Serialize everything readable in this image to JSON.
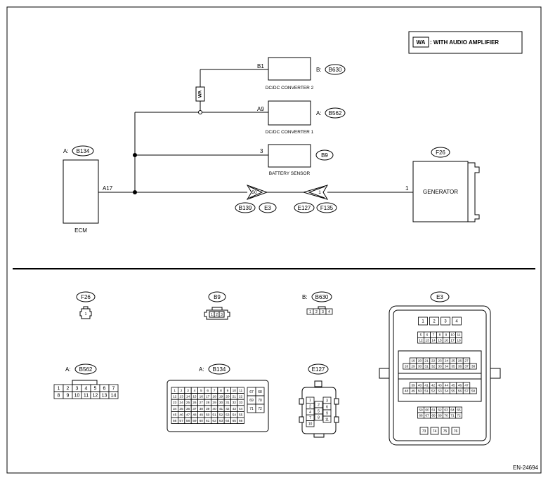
{
  "legend": {
    "code": "WA",
    "text": ": WITH AUDIO AMPLIFIER"
  },
  "wa_tag": "WA",
  "doc_id": "EN-24694",
  "components": {
    "ecm": {
      "label": "ECM",
      "connector_prefix": "A:",
      "connector": "B134",
      "pin": "A17"
    },
    "dcdc2": {
      "label": "DC/DC CONVERTER 2",
      "connector_prefix": "B:",
      "connector": "B630",
      "pin": "B1"
    },
    "dcdc1": {
      "label": "DC/DC CONVERTER 1",
      "connector_prefix": "A:",
      "connector": "B562",
      "pin": "A9"
    },
    "battery_sensor": {
      "label": "BATTERY SENSOR",
      "connector": "B9",
      "pin": "3"
    },
    "generator": {
      "label": "GENERATOR",
      "connector": "F26",
      "pin": "1"
    }
  },
  "joints": {
    "left": {
      "pin": "50",
      "connectors": [
        "B139",
        "E3"
      ]
    },
    "right": {
      "pin": "1",
      "connectors": [
        "E127",
        "F135"
      ]
    }
  },
  "connector_views": {
    "f26": {
      "title": "F26",
      "pins": [
        "1"
      ]
    },
    "b9": {
      "title": "B9",
      "pins": [
        "1",
        "2",
        "3"
      ]
    },
    "b630": {
      "prefix": "B:",
      "title": "B630",
      "pins": [
        "1",
        "2",
        "3",
        "4"
      ]
    },
    "e3": {
      "title": "E3",
      "rows": [
        [
          "1",
          "2",
          "3",
          "4"
        ],
        [
          "5",
          "6",
          "7",
          "8",
          "9",
          "10",
          "11"
        ],
        [
          "12",
          "13",
          "14",
          "15",
          "16",
          "17",
          "18"
        ],
        [
          "19",
          "20",
          "21",
          "22",
          "23",
          "24",
          "25",
          "26",
          "27"
        ],
        [
          "28",
          "29",
          "30",
          "31",
          "32",
          "33",
          "34",
          "35",
          "36",
          "37",
          "38"
        ],
        [
          "39",
          "40",
          "41",
          "42",
          "43",
          "44",
          "45",
          "46",
          "47"
        ],
        [
          "48",
          "49",
          "50",
          "51",
          "52",
          "53",
          "54",
          "55",
          "56",
          "57",
          "58"
        ],
        [
          "59",
          "60",
          "61",
          "62",
          "63",
          "64",
          "65"
        ],
        [
          "66",
          "67",
          "68",
          "69",
          "70",
          "71",
          "72"
        ],
        [
          "73",
          "74",
          "75",
          "76"
        ]
      ]
    },
    "b562": {
      "prefix": "A:",
      "title": "B562",
      "rows": [
        [
          "1",
          "2",
          "3",
          "4",
          "5",
          "6",
          "7"
        ],
        [
          "8",
          "9",
          "10",
          "11",
          "12",
          "13",
          "14"
        ]
      ]
    },
    "b134": {
      "prefix": "A:",
      "title": "B134",
      "rows": [
        [
          "1",
          "2",
          "3",
          "4",
          "5",
          "6",
          "7",
          "8",
          "9",
          "10",
          "11"
        ],
        [
          "12",
          "13",
          "14",
          "15",
          "16",
          "17",
          "18",
          "19",
          "20",
          "21",
          "22"
        ],
        [
          "23",
          "24",
          "25",
          "26",
          "27",
          "28",
          "29",
          "30",
          "31",
          "32",
          "33"
        ],
        [
          "34",
          "35",
          "36",
          "37",
          "38",
          "39",
          "40",
          "41",
          "42",
          "43",
          "44"
        ],
        [
          "45",
          "46",
          "47",
          "48",
          "49",
          "50",
          "51",
          "52",
          "53",
          "54",
          "55"
        ],
        [
          "56",
          "57",
          "58",
          "59",
          "60",
          "61",
          "62",
          "63",
          "64",
          "65",
          "66"
        ]
      ],
      "side_rows": [
        [
          "67",
          "68"
        ],
        [
          "69",
          "70"
        ],
        [
          "71",
          "72"
        ]
      ]
    },
    "e127": {
      "title": "E127",
      "left": [
        "1",
        "2",
        "4",
        "7",
        "10"
      ],
      "mid": [
        "2",
        "5",
        "8"
      ],
      "right": [
        "3",
        "6",
        "9",
        "11"
      ]
    }
  }
}
